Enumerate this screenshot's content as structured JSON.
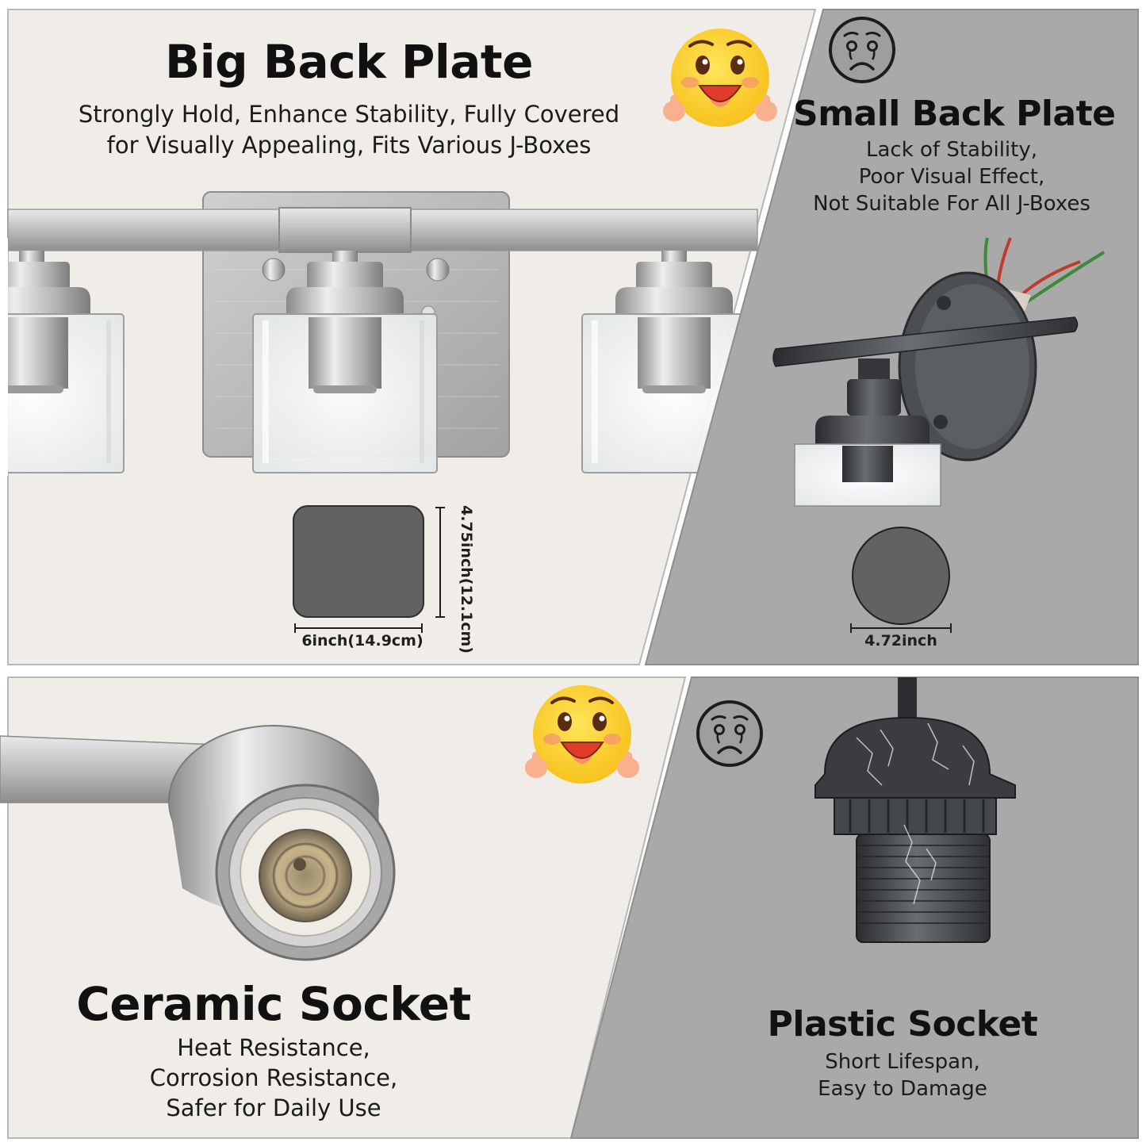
{
  "panels": {
    "big_back_plate": {
      "title": "Big Back Plate",
      "subtitle_lines": [
        "Strongly Hold, Enhance Stability, Fully Covered",
        "for Visually Appealing, Fits Various J-Boxes"
      ],
      "width_label": "6inch(14.9cm)",
      "height_label": "4.75inch(12.1cm)",
      "emoji_icon": "happy-thumbs-up-face-icon"
    },
    "small_back_plate": {
      "title": "Small Back Plate",
      "subtitle_lines": [
        "Lack of Stability,",
        "Poor Visual Effect,",
        "Not Suitable For All J-Boxes"
      ],
      "diameter_label": "4.72inch",
      "emoji_icon": "sad-face-icon"
    },
    "ceramic_socket": {
      "title": "Ceramic Socket",
      "subtitle_lines": [
        "Heat Resistance,",
        "Corrosion Resistance,",
        "Safer for Daily Use"
      ],
      "emoji_icon": "happy-thumbs-up-face-icon"
    },
    "plastic_socket": {
      "title": "Plastic Socket",
      "subtitle_lines": [
        "Short Lifespan,",
        "Easy to Damage"
      ],
      "emoji_icon": "sad-face-icon"
    }
  },
  "colors": {
    "good_bg": "#f0ece8",
    "bad_bg": "#a9a9a9",
    "plate_swatch": "#626262",
    "nickel": "#b3b3b3",
    "emoji_yellow": "#fcd02a"
  }
}
